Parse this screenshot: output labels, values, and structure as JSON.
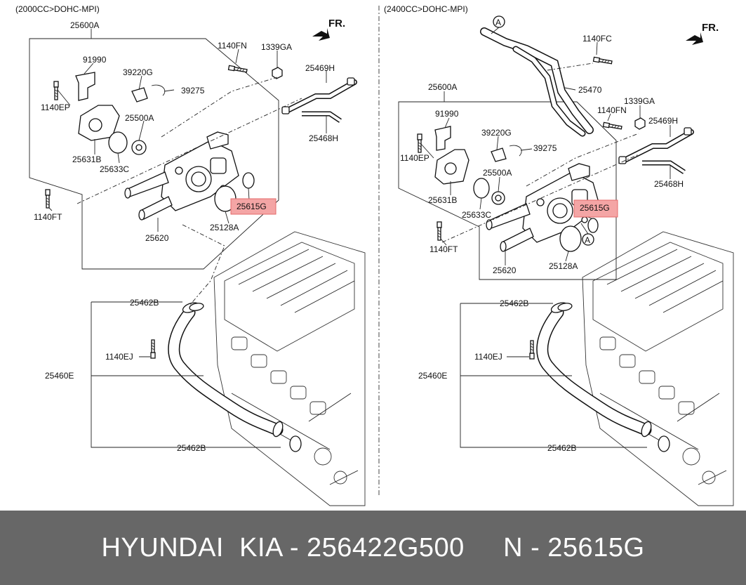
{
  "left_panel": {
    "header": "(2000CC>DOHC-MPI)",
    "fr_label": "FR.",
    "labels": {
      "l_25600A": "25600A",
      "l_1140FN": "1140FN",
      "l_1339GA": "1339GA",
      "l_25469H": "25469H",
      "l_91990": "91990",
      "l_39220G": "39220G",
      "l_39275": "39275",
      "l_1140EP": "1140EP",
      "l_25500A": "25500A",
      "l_25468H": "25468H",
      "l_25631B": "25631B",
      "l_25633C": "25633C",
      "l_25615G": "25615G",
      "l_1140FT": "1140FT",
      "l_25128A": "25128A",
      "l_25620": "25620",
      "l_25462B_top": "25462B",
      "l_1140EJ": "1140EJ",
      "l_25460E": "25460E",
      "l_25462B_bot": "25462B"
    }
  },
  "right_panel": {
    "header": "(2400CC>DOHC-MPI)",
    "fr_label": "FR.",
    "callout": "A",
    "labels": {
      "l_1140FC": "1140FC",
      "l_25470": "25470",
      "l_25600A": "25600A",
      "l_1140FN": "1140FN",
      "l_1339GA": "1339GA",
      "l_25469H": "25469H",
      "l_91990": "91990",
      "l_39220G": "39220G",
      "l_39275": "39275",
      "l_1140EP": "1140EP",
      "l_25500A": "25500A",
      "l_25468H": "25468H",
      "l_25631B": "25631B",
      "l_25633C": "25633C",
      "l_25615G": "25615G",
      "l_1140FT": "1140FT",
      "l_25620": "25620",
      "l_25128A": "25128A",
      "l_25462B_top": "25462B",
      "l_1140EJ": "1140EJ",
      "l_25460E": "25460E",
      "l_25462B_bot": "25462B"
    }
  },
  "footer": {
    "text": "HYUNDAI  KIA - 256422G500     N - 25615G"
  },
  "colors": {
    "footer_bg": "#676767",
    "highlight_fill": "#f4a5a5",
    "highlight_stroke": "#e46a6a"
  }
}
